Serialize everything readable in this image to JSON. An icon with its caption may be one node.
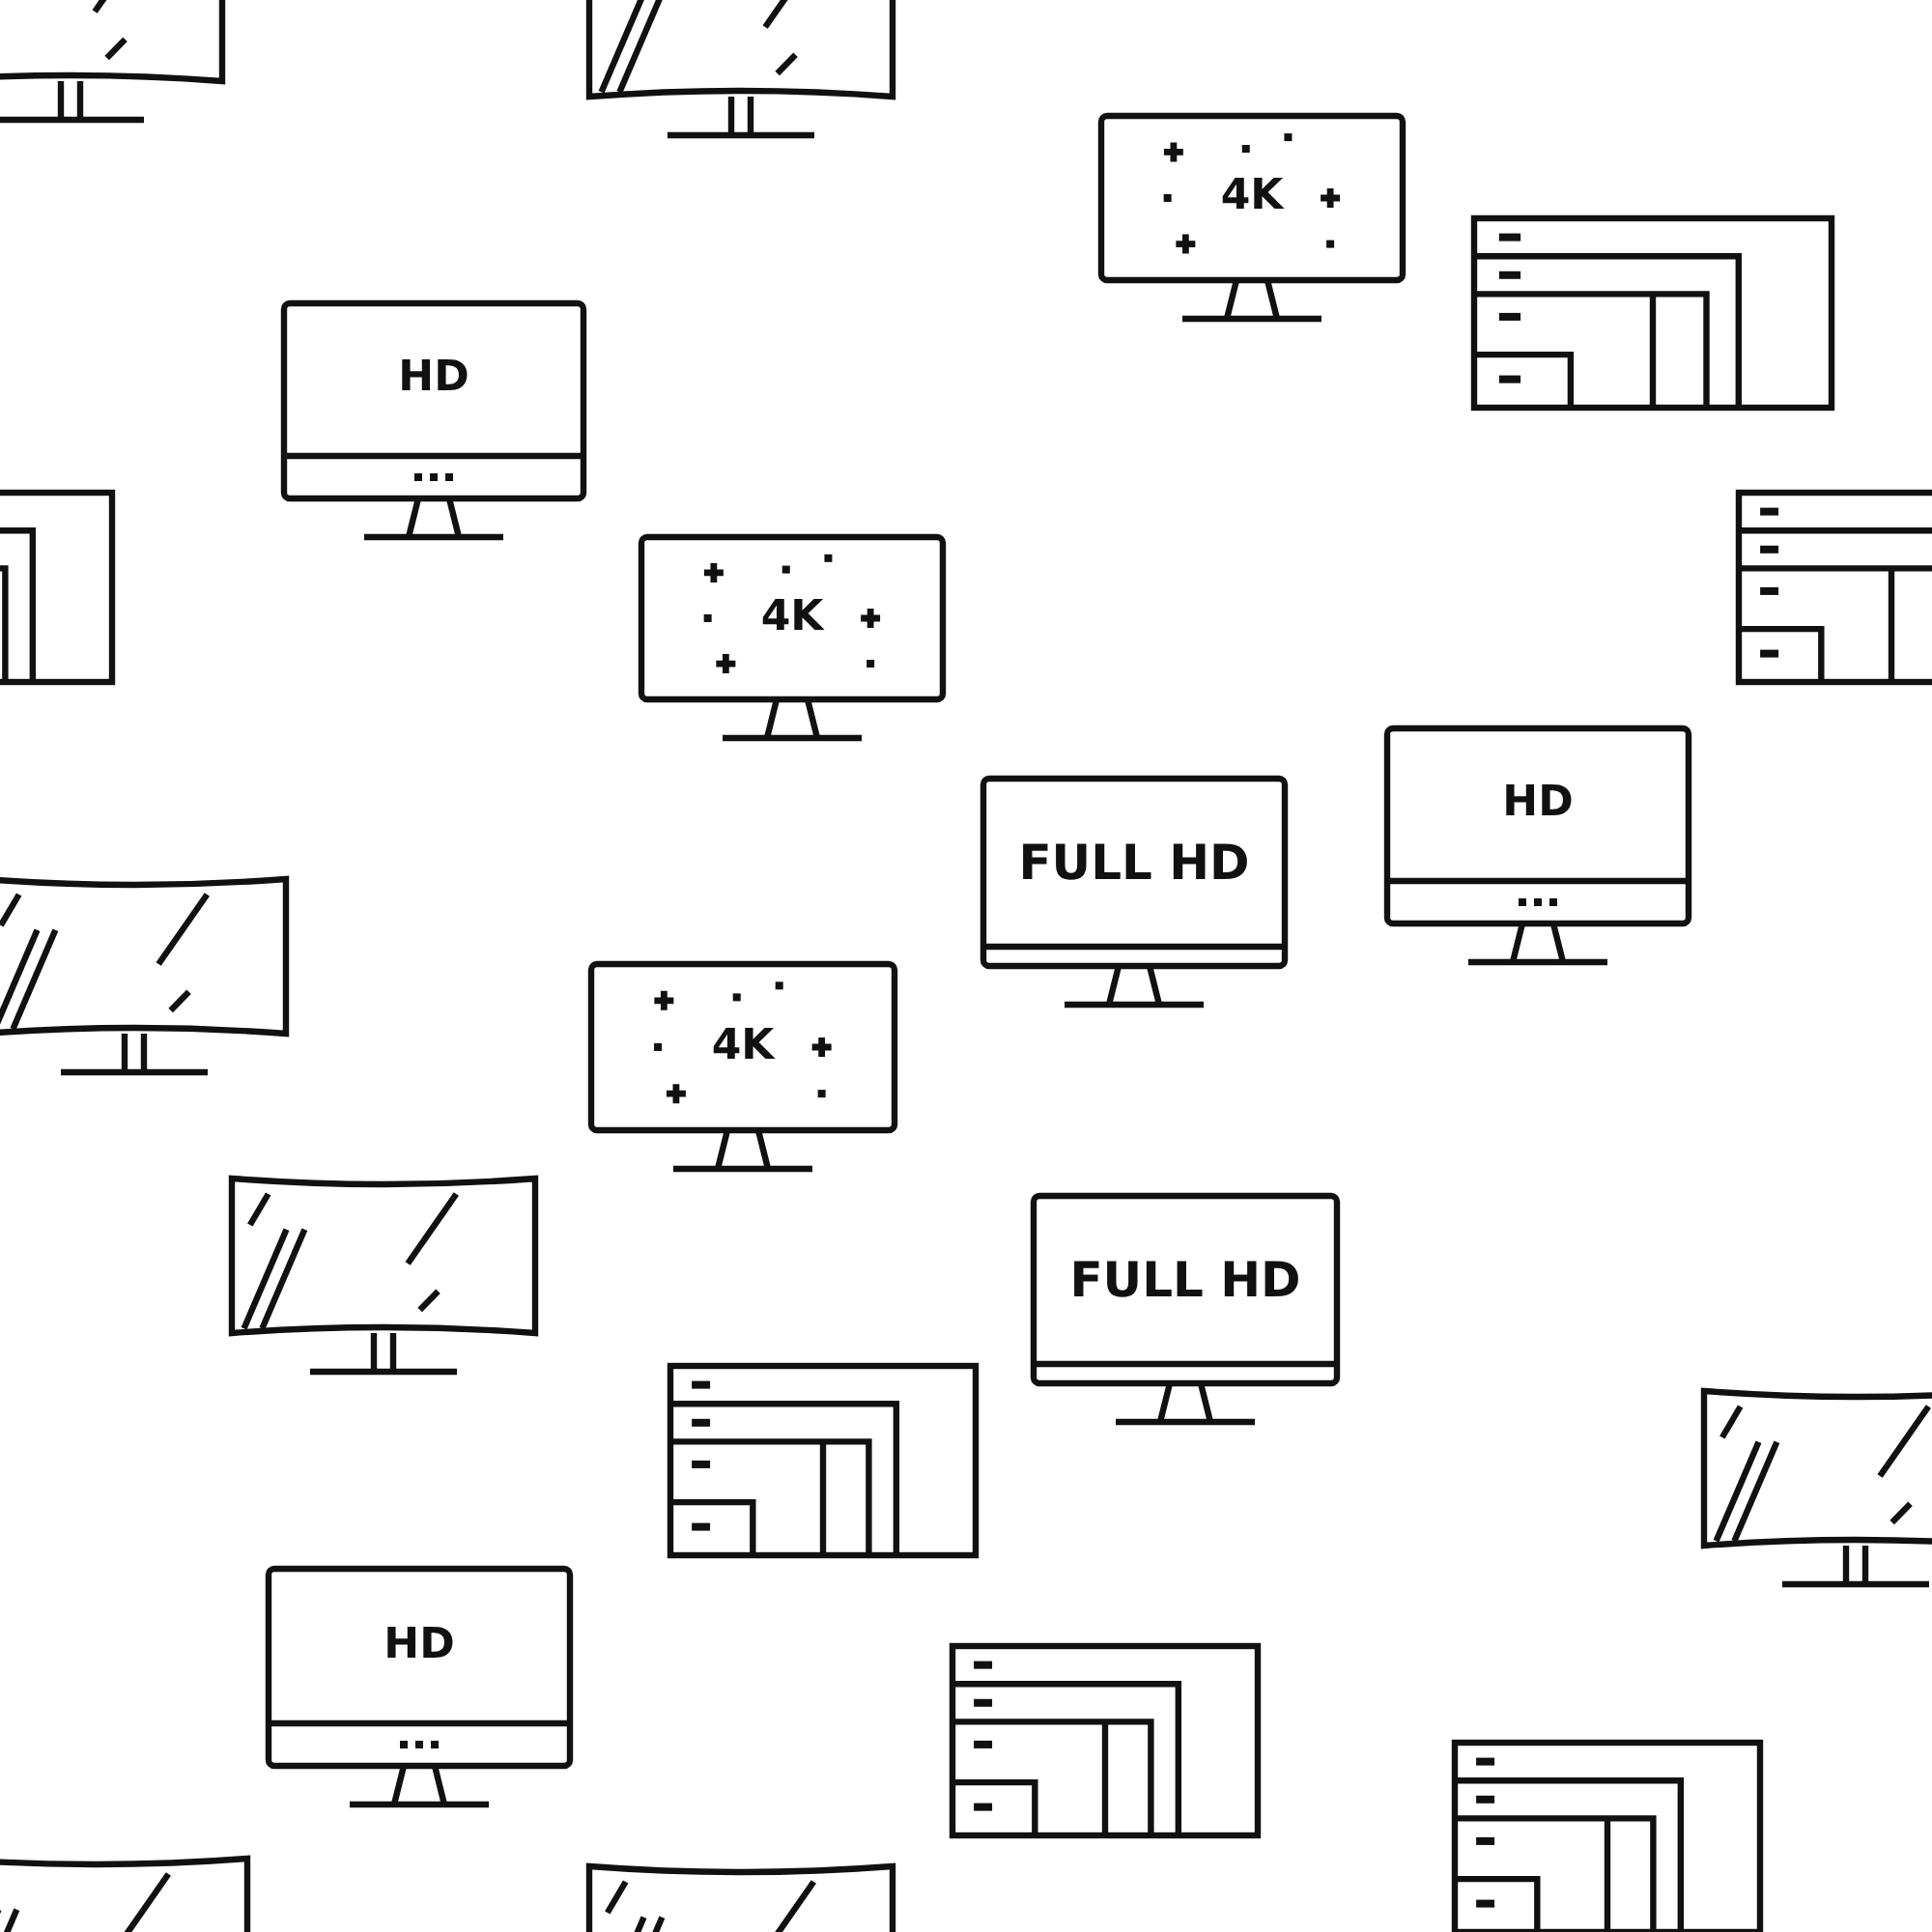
{
  "diagram": {
    "nodes": [
      {
        "text": [
          "4K"
        ]
      },
      {
        "text": [
          "HD"
        ]
      },
      {
        "text": [
          "4K"
        ]
      },
      {
        "text": [
          "HD"
        ]
      },
      {
        "text": [
          "FULL HD"
        ]
      },
      {
        "text": [
          "4K"
        ]
      },
      {
        "text": [
          "FULL HD"
        ]
      },
      {
        "text": [
          "HD"
        ]
      }
    ]
  }
}
